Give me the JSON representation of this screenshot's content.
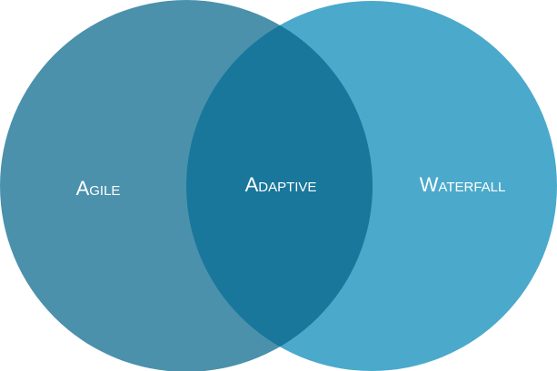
{
  "diagram": {
    "type": "venn",
    "sets": [
      {
        "label": "Agile",
        "color": "#4b91ab"
      },
      {
        "label": "Waterfall",
        "color": "#4ba9cb"
      }
    ],
    "intersection": {
      "label": "Adaptive",
      "color": "#19779b"
    }
  }
}
